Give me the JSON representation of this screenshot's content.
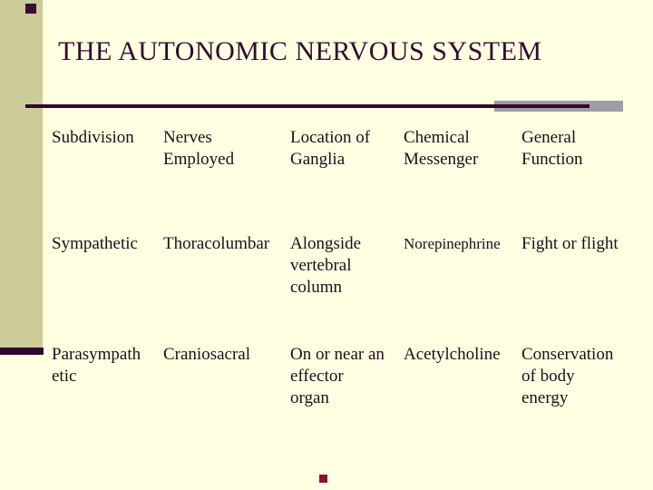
{
  "slide": {
    "title": "THE AUTONOMIC NERVOUS SYSTEM",
    "colors": {
      "background": "#FFFFE2",
      "sidebar": "#CBCB98",
      "sidebar_cap": "#2F0730",
      "divider_line": "#2F0730",
      "divider_accent": "#9D9DA6",
      "title_text": "#330A30",
      "body_text": "#1F0D1B",
      "top_square": "#3C0C34",
      "bottom_square": "#8E1030"
    }
  },
  "table": {
    "headers": [
      "Subdivision",
      "Nerves\nEmployed",
      "Location of\nGanglia",
      "Chemical\nMessenger",
      "General\nFunction"
    ],
    "rows": [
      [
        "Sympathetic",
        "Thoracolumbar",
        "Alongside\nvertebral\ncolumn",
        "Norepinephrine",
        "Fight or flight"
      ],
      [
        "Parasympath\netic",
        "Craniosacral",
        "On or near an\neffector\norgan",
        "Acetylcholine",
        "Conservation\nof body\nenergy"
      ]
    ]
  }
}
